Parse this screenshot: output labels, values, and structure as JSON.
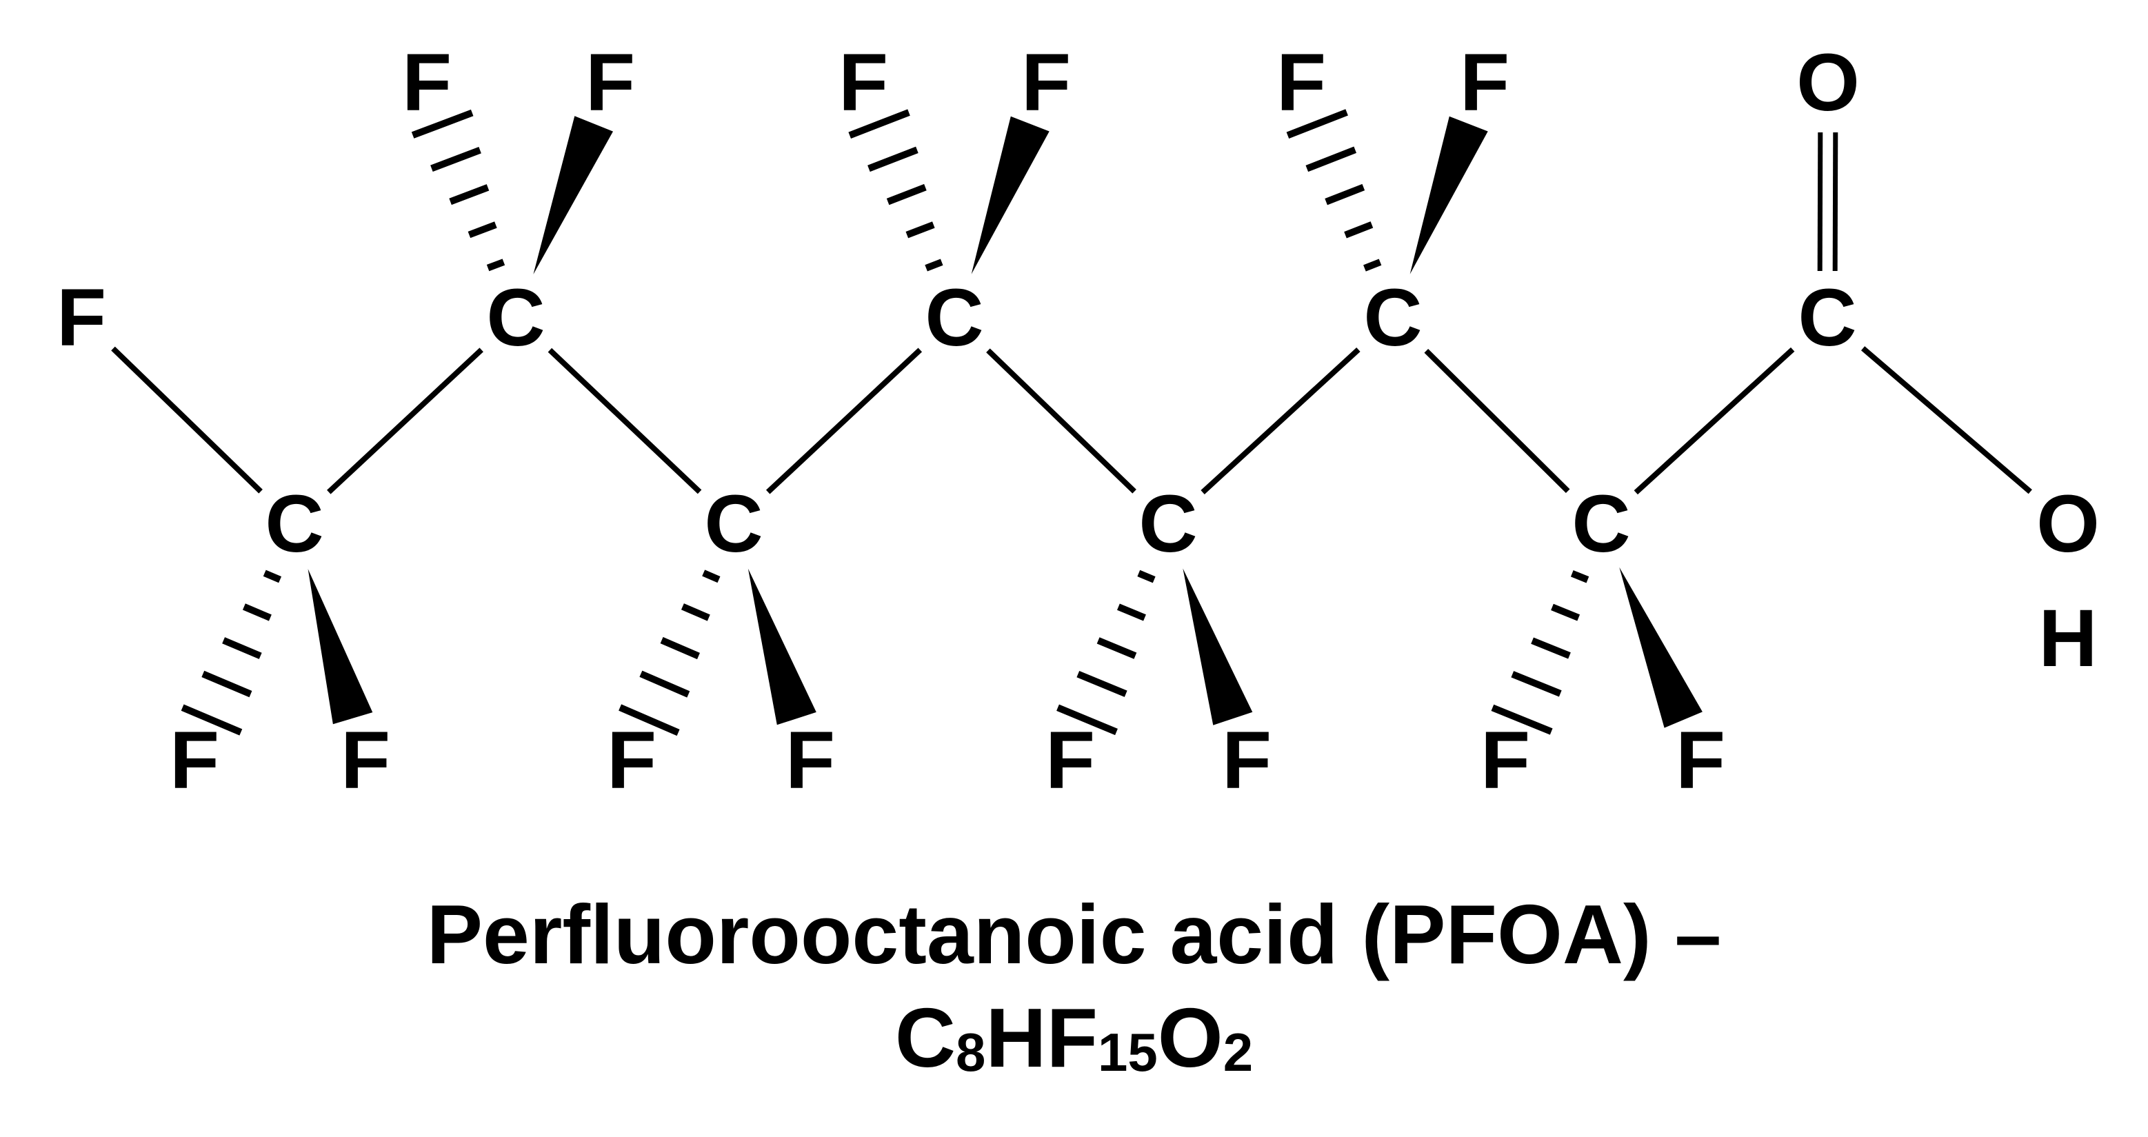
{
  "molecule": {
    "atoms": [
      {
        "id": "F0",
        "symbol": "F"
      },
      {
        "id": "C1",
        "symbol": "C"
      },
      {
        "id": "F1a",
        "symbol": "F"
      },
      {
        "id": "F1b",
        "symbol": "F"
      },
      {
        "id": "C2",
        "symbol": "C"
      },
      {
        "id": "F2a",
        "symbol": "F"
      },
      {
        "id": "F2b",
        "symbol": "F"
      },
      {
        "id": "C3",
        "symbol": "C"
      },
      {
        "id": "F3a",
        "symbol": "F"
      },
      {
        "id": "F3b",
        "symbol": "F"
      },
      {
        "id": "C4",
        "symbol": "C"
      },
      {
        "id": "F4a",
        "symbol": "F"
      },
      {
        "id": "F4b",
        "symbol": "F"
      },
      {
        "id": "C5",
        "symbol": "C"
      },
      {
        "id": "F5a",
        "symbol": "F"
      },
      {
        "id": "F5b",
        "symbol": "F"
      },
      {
        "id": "C6",
        "symbol": "C"
      },
      {
        "id": "F6a",
        "symbol": "F"
      },
      {
        "id": "F6b",
        "symbol": "F"
      },
      {
        "id": "C7",
        "symbol": "C"
      },
      {
        "id": "F7a",
        "symbol": "F"
      },
      {
        "id": "F7b",
        "symbol": "F"
      },
      {
        "id": "C8",
        "symbol": "C"
      },
      {
        "id": "O1",
        "symbol": "O"
      },
      {
        "id": "O2",
        "symbol": "O"
      },
      {
        "id": "H1",
        "symbol": "H"
      }
    ],
    "bonds": [
      {
        "from": "F0",
        "to": "C1",
        "style": "single"
      },
      {
        "from": "C1",
        "to": "C2",
        "style": "single"
      },
      {
        "from": "C2",
        "to": "C3",
        "style": "single"
      },
      {
        "from": "C3",
        "to": "C4",
        "style": "single"
      },
      {
        "from": "C4",
        "to": "C5",
        "style": "single"
      },
      {
        "from": "C5",
        "to": "C6",
        "style": "single"
      },
      {
        "from": "C6",
        "to": "C7",
        "style": "single"
      },
      {
        "from": "C7",
        "to": "C8",
        "style": "single"
      },
      {
        "from": "C8",
        "to": "O1",
        "style": "double"
      },
      {
        "from": "C8",
        "to": "O2",
        "style": "single"
      },
      {
        "from": "C1",
        "to": "F1a",
        "style": "hash"
      },
      {
        "from": "C1",
        "to": "F1b",
        "style": "wedge"
      },
      {
        "from": "C2",
        "to": "F2a",
        "style": "hash"
      },
      {
        "from": "C2",
        "to": "F2b",
        "style": "wedge"
      },
      {
        "from": "C3",
        "to": "F3a",
        "style": "hash"
      },
      {
        "from": "C3",
        "to": "F3b",
        "style": "wedge"
      },
      {
        "from": "C4",
        "to": "F4a",
        "style": "hash"
      },
      {
        "from": "C4",
        "to": "F4b",
        "style": "wedge"
      },
      {
        "from": "C5",
        "to": "F5a",
        "style": "hash"
      },
      {
        "from": "C5",
        "to": "F5b",
        "style": "wedge"
      },
      {
        "from": "C6",
        "to": "F6a",
        "style": "hash"
      },
      {
        "from": "C6",
        "to": "F6b",
        "style": "wedge"
      },
      {
        "from": "C7",
        "to": "F7a",
        "style": "hash"
      },
      {
        "from": "C7",
        "to": "F7b",
        "style": "wedge"
      }
    ]
  },
  "caption": {
    "name": "Perfluorooctanoic acid (PFOA) –",
    "formula": {
      "c": "C",
      "c_count": "8",
      "hf": "HF",
      "f_count": "15",
      "o": "O",
      "o_count": "2"
    }
  },
  "colors": {
    "ink": "#000000",
    "background": "#ffffff"
  }
}
